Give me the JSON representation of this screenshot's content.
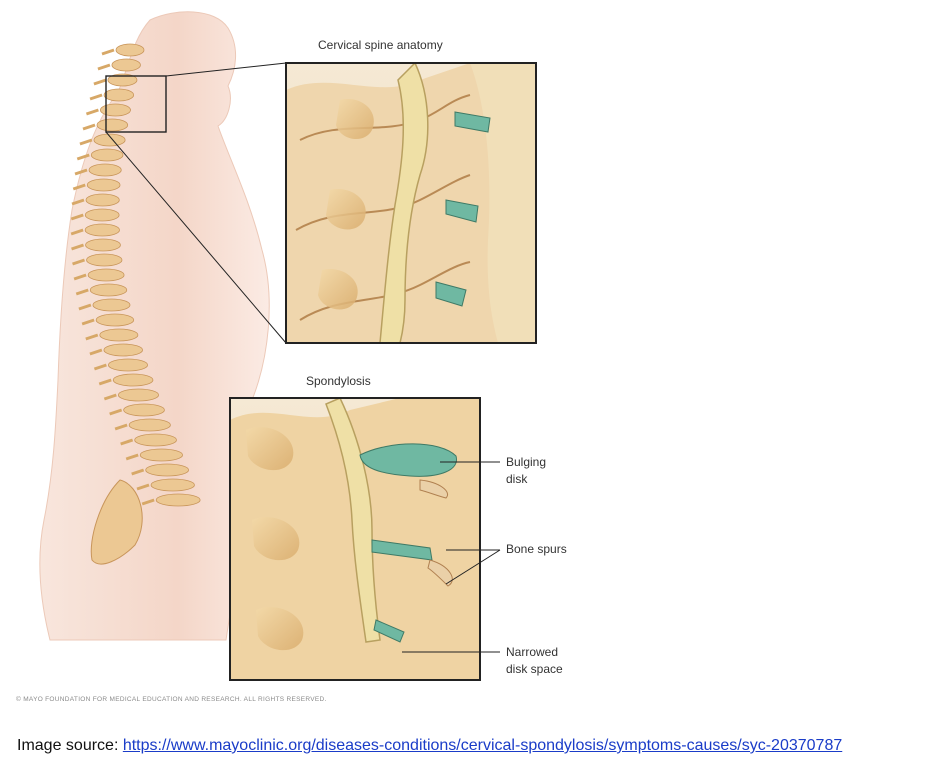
{
  "figure": {
    "panel_top_title": "Cervical spine anatomy",
    "panel_bottom_title": "Spondylosis",
    "callouts": {
      "bulging_line1": "Bulging",
      "bulging_line2": "disk",
      "bone_spurs": "Bone spurs",
      "narrowed_line1": "Narrowed",
      "narrowed_line2": "disk space"
    },
    "copyright": "© MAYO FOUNDATION FOR MEDICAL EDUCATION AND RESEARCH. ALL RIGHTS RESERVED."
  },
  "source": {
    "prefix": "Image source: ",
    "link_text": "https://www.mayoclinic.org/diseases-conditions/cervical-spondylosis/symptoms-causes/syc-20370787"
  },
  "colors": {
    "skin": "#f6dcd0",
    "bone": "#e9c48a",
    "disk": "#6fb8a2",
    "link": "#1a3cc8"
  }
}
